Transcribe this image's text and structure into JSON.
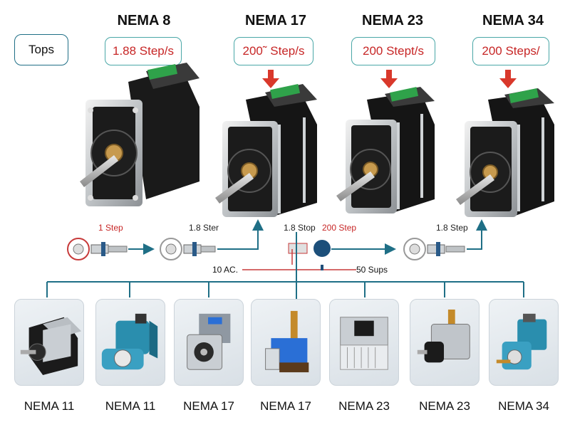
{
  "tag_label": "Tops",
  "motors": [
    {
      "name": "NEMA 8",
      "rate": "1.88 Step/s"
    },
    {
      "name": "NEMA 17",
      "rate": "200˜ Step/s"
    },
    {
      "name": "NEMA 23",
      "rate": "200 Stept/s"
    },
    {
      "name": "NEMA 34",
      "rate": "200 Steps/"
    }
  ],
  "middle_row": {
    "labels": [
      "1 Step",
      "1.8 Ster",
      "1.8 Stop",
      "200 Step",
      "1.8 Step"
    ],
    "axis_left": "10 AC.",
    "axis_right": "50 Sups"
  },
  "bottom_cards": [
    {
      "label": "NEMA 11"
    },
    {
      "label": "NEMA 11"
    },
    {
      "label": "NEMA 17"
    },
    {
      "label": "NEMA 17"
    },
    {
      "label": "NEMA 23"
    },
    {
      "label": "NEMA 23"
    },
    {
      "label": "NEMA 34"
    }
  ],
  "colors": {
    "accent_line": "#1f6f86",
    "arrow_red": "#d9382b",
    "rate_text": "#c72626",
    "terminal_green": "#2fa24a",
    "motor_body": "#141414"
  }
}
